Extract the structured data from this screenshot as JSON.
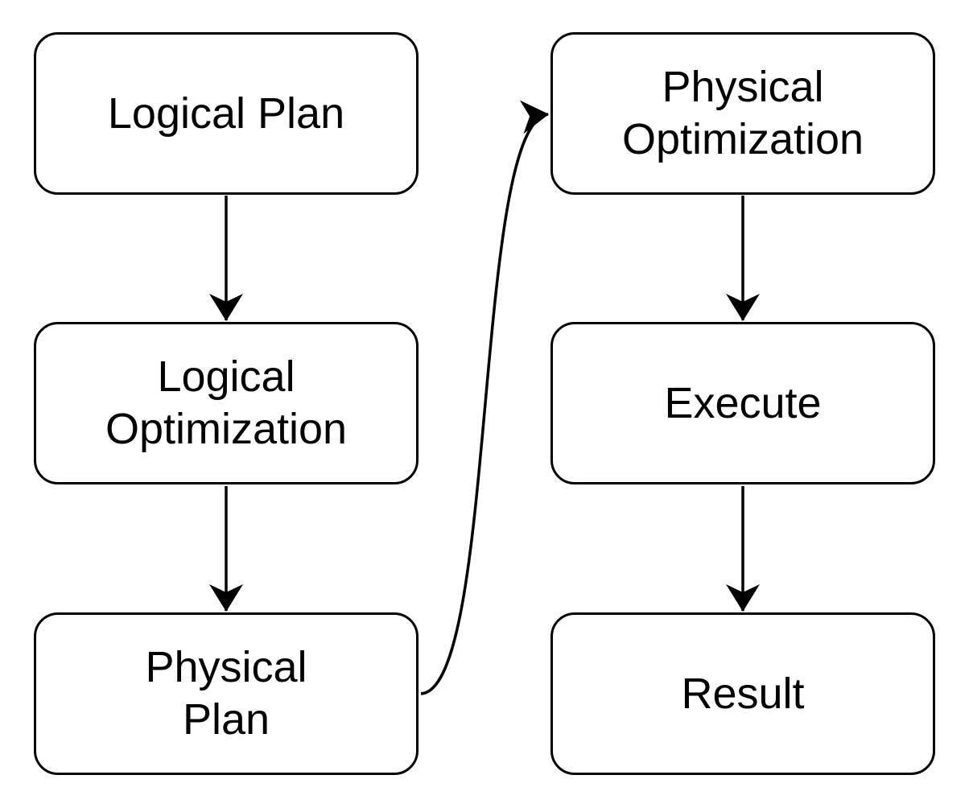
{
  "diagram": {
    "colors": {
      "stroke": "#000000",
      "text": "#000000",
      "background": "#ffffff",
      "node_fill": "#ffffff"
    },
    "nodes": [
      {
        "id": "logical-plan",
        "lines": [
          "Logical Plan"
        ]
      },
      {
        "id": "logical-optimization",
        "lines": [
          "Logical",
          "Optimization"
        ]
      },
      {
        "id": "physical-plan",
        "lines": [
          "Physical",
          "Plan"
        ]
      },
      {
        "id": "physical-optimization",
        "lines": [
          "Physical",
          "Optimization"
        ]
      },
      {
        "id": "execute",
        "lines": [
          "Execute"
        ]
      },
      {
        "id": "result",
        "lines": [
          "Result"
        ]
      }
    ],
    "edges": [
      {
        "from": "logical-plan",
        "to": "logical-optimization",
        "shape": "straight-down"
      },
      {
        "from": "logical-optimization",
        "to": "physical-plan",
        "shape": "straight-down"
      },
      {
        "from": "physical-plan",
        "to": "physical-optimization",
        "shape": "s-curve-right-up"
      },
      {
        "from": "physical-optimization",
        "to": "execute",
        "shape": "straight-down"
      },
      {
        "from": "execute",
        "to": "result",
        "shape": "straight-down"
      }
    ]
  }
}
